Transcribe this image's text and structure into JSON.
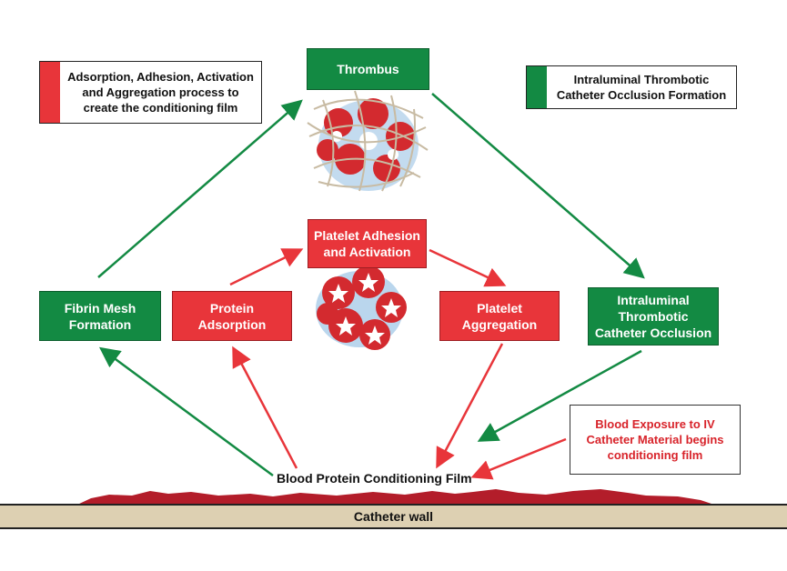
{
  "legend": {
    "process": {
      "label": "Adsorption, Adhesion, Activation and Aggregation process to create the conditioning film",
      "color": "#e8353a"
    },
    "occlusion": {
      "label": "Intraluminal Thrombotic Catheter Occlusion Formation",
      "color": "#138a43"
    }
  },
  "nodes": {
    "thrombus": "Thrombus",
    "fibrin_mesh": "Fibrin Mesh Formation",
    "occlusion": "Intraluminal Thrombotic Catheter Occlusion",
    "platelet_adhesion": "Platelet Adhesion and Activation",
    "protein_adsorption": "Protein Adsorption",
    "platelet_aggregation": "Platelet Aggregation"
  },
  "labels": {
    "conditioning_film": "Blood Protein Conditioning Film",
    "catheter_wall": "Catheter wall",
    "blood_exposure": "Blood Exposure to IV Catheter Material begins conditioning film"
  },
  "colors": {
    "green": "#138a43",
    "red": "#e8353a",
    "film": "#b31d2a",
    "wall": "#ddd0b2"
  }
}
